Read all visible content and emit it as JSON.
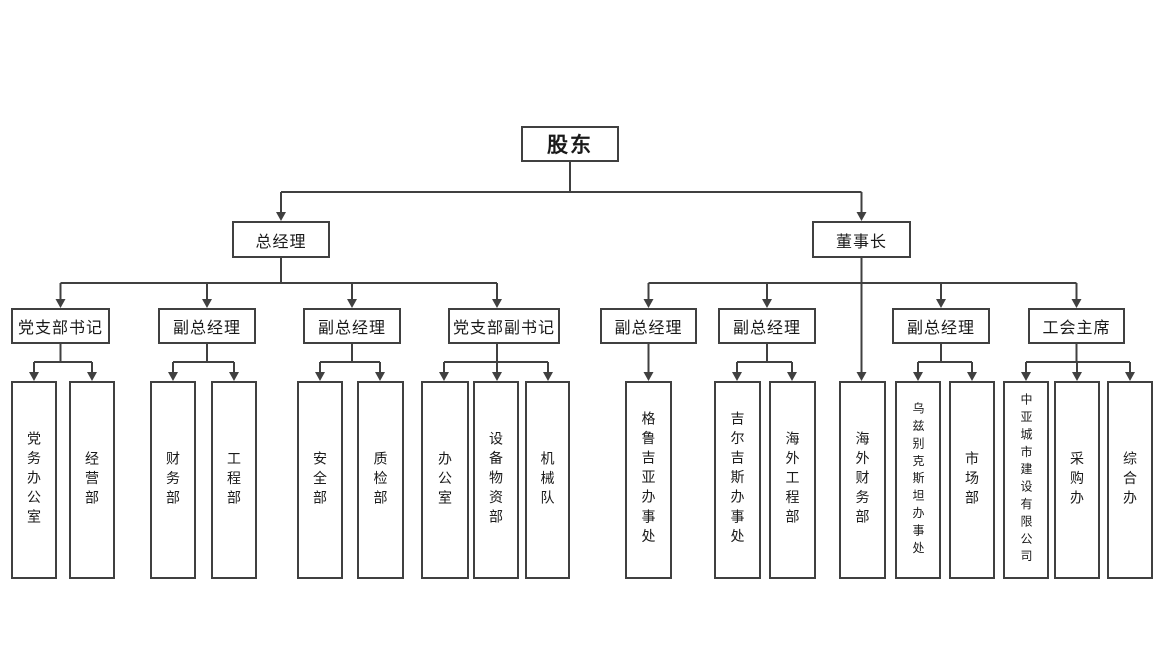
{
  "colors": {
    "line": "#404040",
    "box_border": "#404040",
    "text": "#1a1a1a",
    "background": "#ffffff"
  },
  "org": {
    "label": "股东",
    "children": [
      {
        "label": "总经理",
        "children": [
          {
            "label": "党支部书记",
            "children": [
              {
                "label": "党务办公室"
              },
              {
                "label": "经营部"
              }
            ]
          },
          {
            "label": "副总经理",
            "children": [
              {
                "label": "财务部"
              },
              {
                "label": "工程部"
              }
            ]
          },
          {
            "label": "副总经理",
            "children": [
              {
                "label": "安全部"
              },
              {
                "label": "质检部"
              }
            ]
          },
          {
            "label": "党支部副书记",
            "children": [
              {
                "label": "办公室"
              },
              {
                "label": "设备物资部"
              },
              {
                "label": "机械队"
              }
            ]
          }
        ]
      },
      {
        "label": "董事长",
        "children": [
          {
            "label": "副总经理",
            "children": [
              {
                "label": "格鲁吉亚办事处"
              }
            ]
          },
          {
            "label": "副总经理",
            "children": [
              {
                "label": "吉尔吉斯办事处"
              },
              {
                "label": "海外工程部"
              }
            ]
          },
          {
            "label": "海外财务部",
            "children": []
          },
          {
            "label": "副总经理",
            "children": [
              {
                "label": "乌兹别克斯坦办事处"
              },
              {
                "label": "市场部"
              }
            ]
          },
          {
            "label": "工会主席",
            "children": [
              {
                "label": "中亚城市建设有限公司"
              },
              {
                "label": "采购办"
              },
              {
                "label": "综合办"
              }
            ]
          }
        ]
      }
    ]
  }
}
